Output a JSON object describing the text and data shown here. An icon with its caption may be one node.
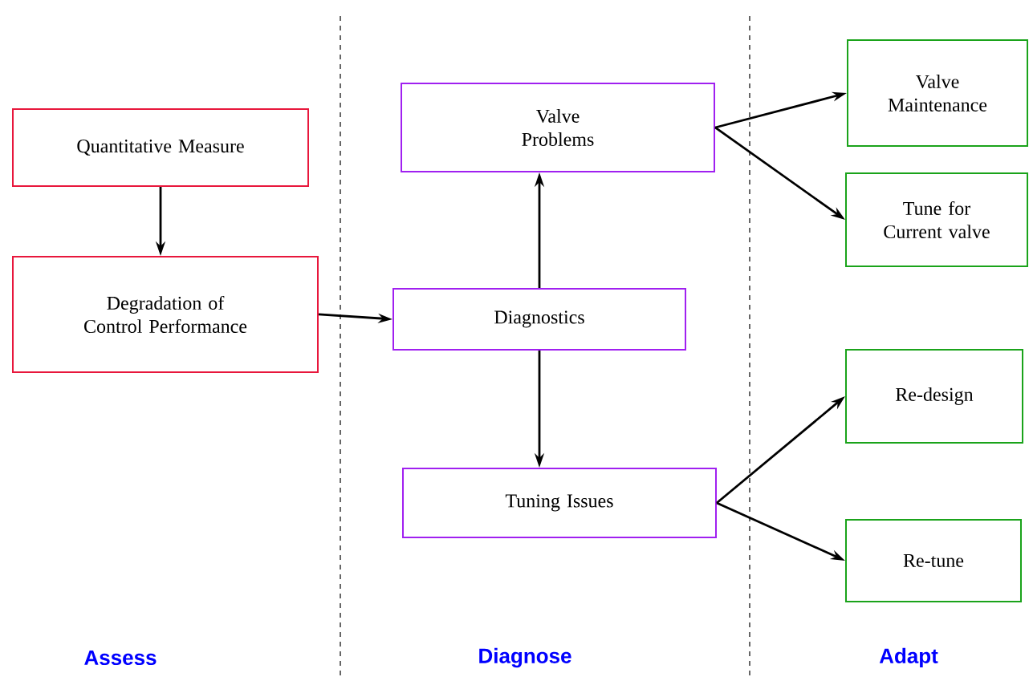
{
  "diagram": {
    "nodes": [
      {
        "text": [
          "Quantitative Measure"
        ]
      },
      {
        "text": [
          "Degradation of Control Performance"
        ]
      },
      {
        "text": [
          "Valve Problems"
        ]
      },
      {
        "text": [
          "Diagnostics"
        ]
      },
      {
        "text": [
          "Tuning Issues"
        ]
      },
      {
        "text": [
          "Valve Maintenance"
        ]
      },
      {
        "text": [
          "Tune for Current valve"
        ]
      },
      {
        "text": [
          "Re-design"
        ]
      },
      {
        "text": [
          "Re-tune"
        ]
      }
    ],
    "edges": [
      {
        "from": 0,
        "to": 1,
        "arrow": "to"
      },
      {
        "from": 1,
        "to": 3,
        "arrow": "to"
      },
      {
        "from": 3,
        "to": 2,
        "arrow": "to"
      },
      {
        "from": 3,
        "to": 4,
        "arrow": "to"
      },
      {
        "from": 2,
        "to": 5,
        "arrow": "to"
      },
      {
        "from": 2,
        "to": 6,
        "arrow": "to"
      },
      {
        "from": 4,
        "to": 7,
        "arrow": "to"
      },
      {
        "from": 4,
        "to": 8,
        "arrow": "to"
      }
    ],
    "labels": [
      "Assess",
      "Diagnose",
      "Adapt"
    ]
  }
}
